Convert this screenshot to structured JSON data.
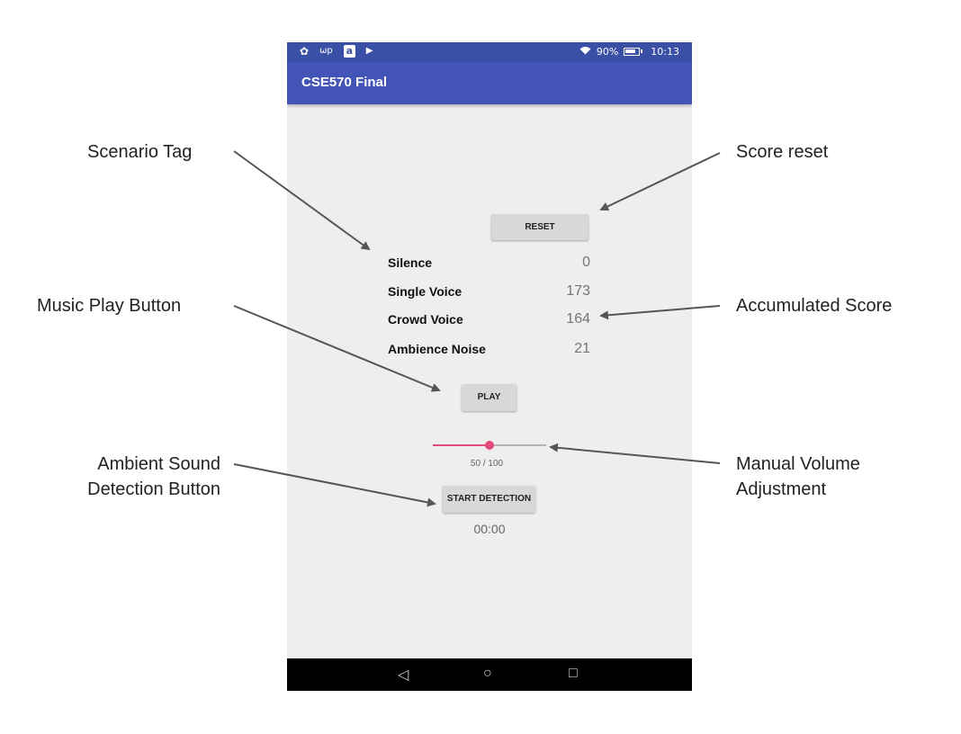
{
  "status_bar": {
    "left_icons": [
      "gear-icon",
      "wp-icon",
      "amazon-icon",
      "play-store-icon"
    ],
    "wifi": "wifi-icon",
    "battery_percent": "90%",
    "battery_level": 0.9,
    "time": "10:13"
  },
  "app_bar": {
    "title": "CSE570 Final"
  },
  "reset_button": "RESET",
  "scores": [
    {
      "label": "Silence",
      "value": "0"
    },
    {
      "label": "Single Voice",
      "value": "173"
    },
    {
      "label": "Crowd Voice",
      "value": "164"
    },
    {
      "label": "Ambience Noise",
      "value": "21"
    }
  ],
  "play_button": "PLAY",
  "volume": {
    "value": 50,
    "max": 100,
    "text": "50 / 100"
  },
  "detect_button": "START DETECTION",
  "timer": "00:00",
  "nav_bar": [
    "back-icon",
    "home-icon",
    "recents-icon"
  ],
  "annotations": {
    "scenario_tag": "Scenario Tag",
    "score_reset": "Score reset",
    "music_play_button": "Music Play Button",
    "accumulated_score": "Accumulated Score",
    "ambient_line1": "Ambient Sound",
    "ambient_line2": "Detection Button",
    "manual_line1": "Manual Volume",
    "manual_line2": "Adjustment"
  },
  "colors": {
    "status_bar": "#3a4fa6",
    "app_bar": "#4254b5",
    "accent": "#e64a79",
    "screen_bg": "#eeeeee"
  }
}
